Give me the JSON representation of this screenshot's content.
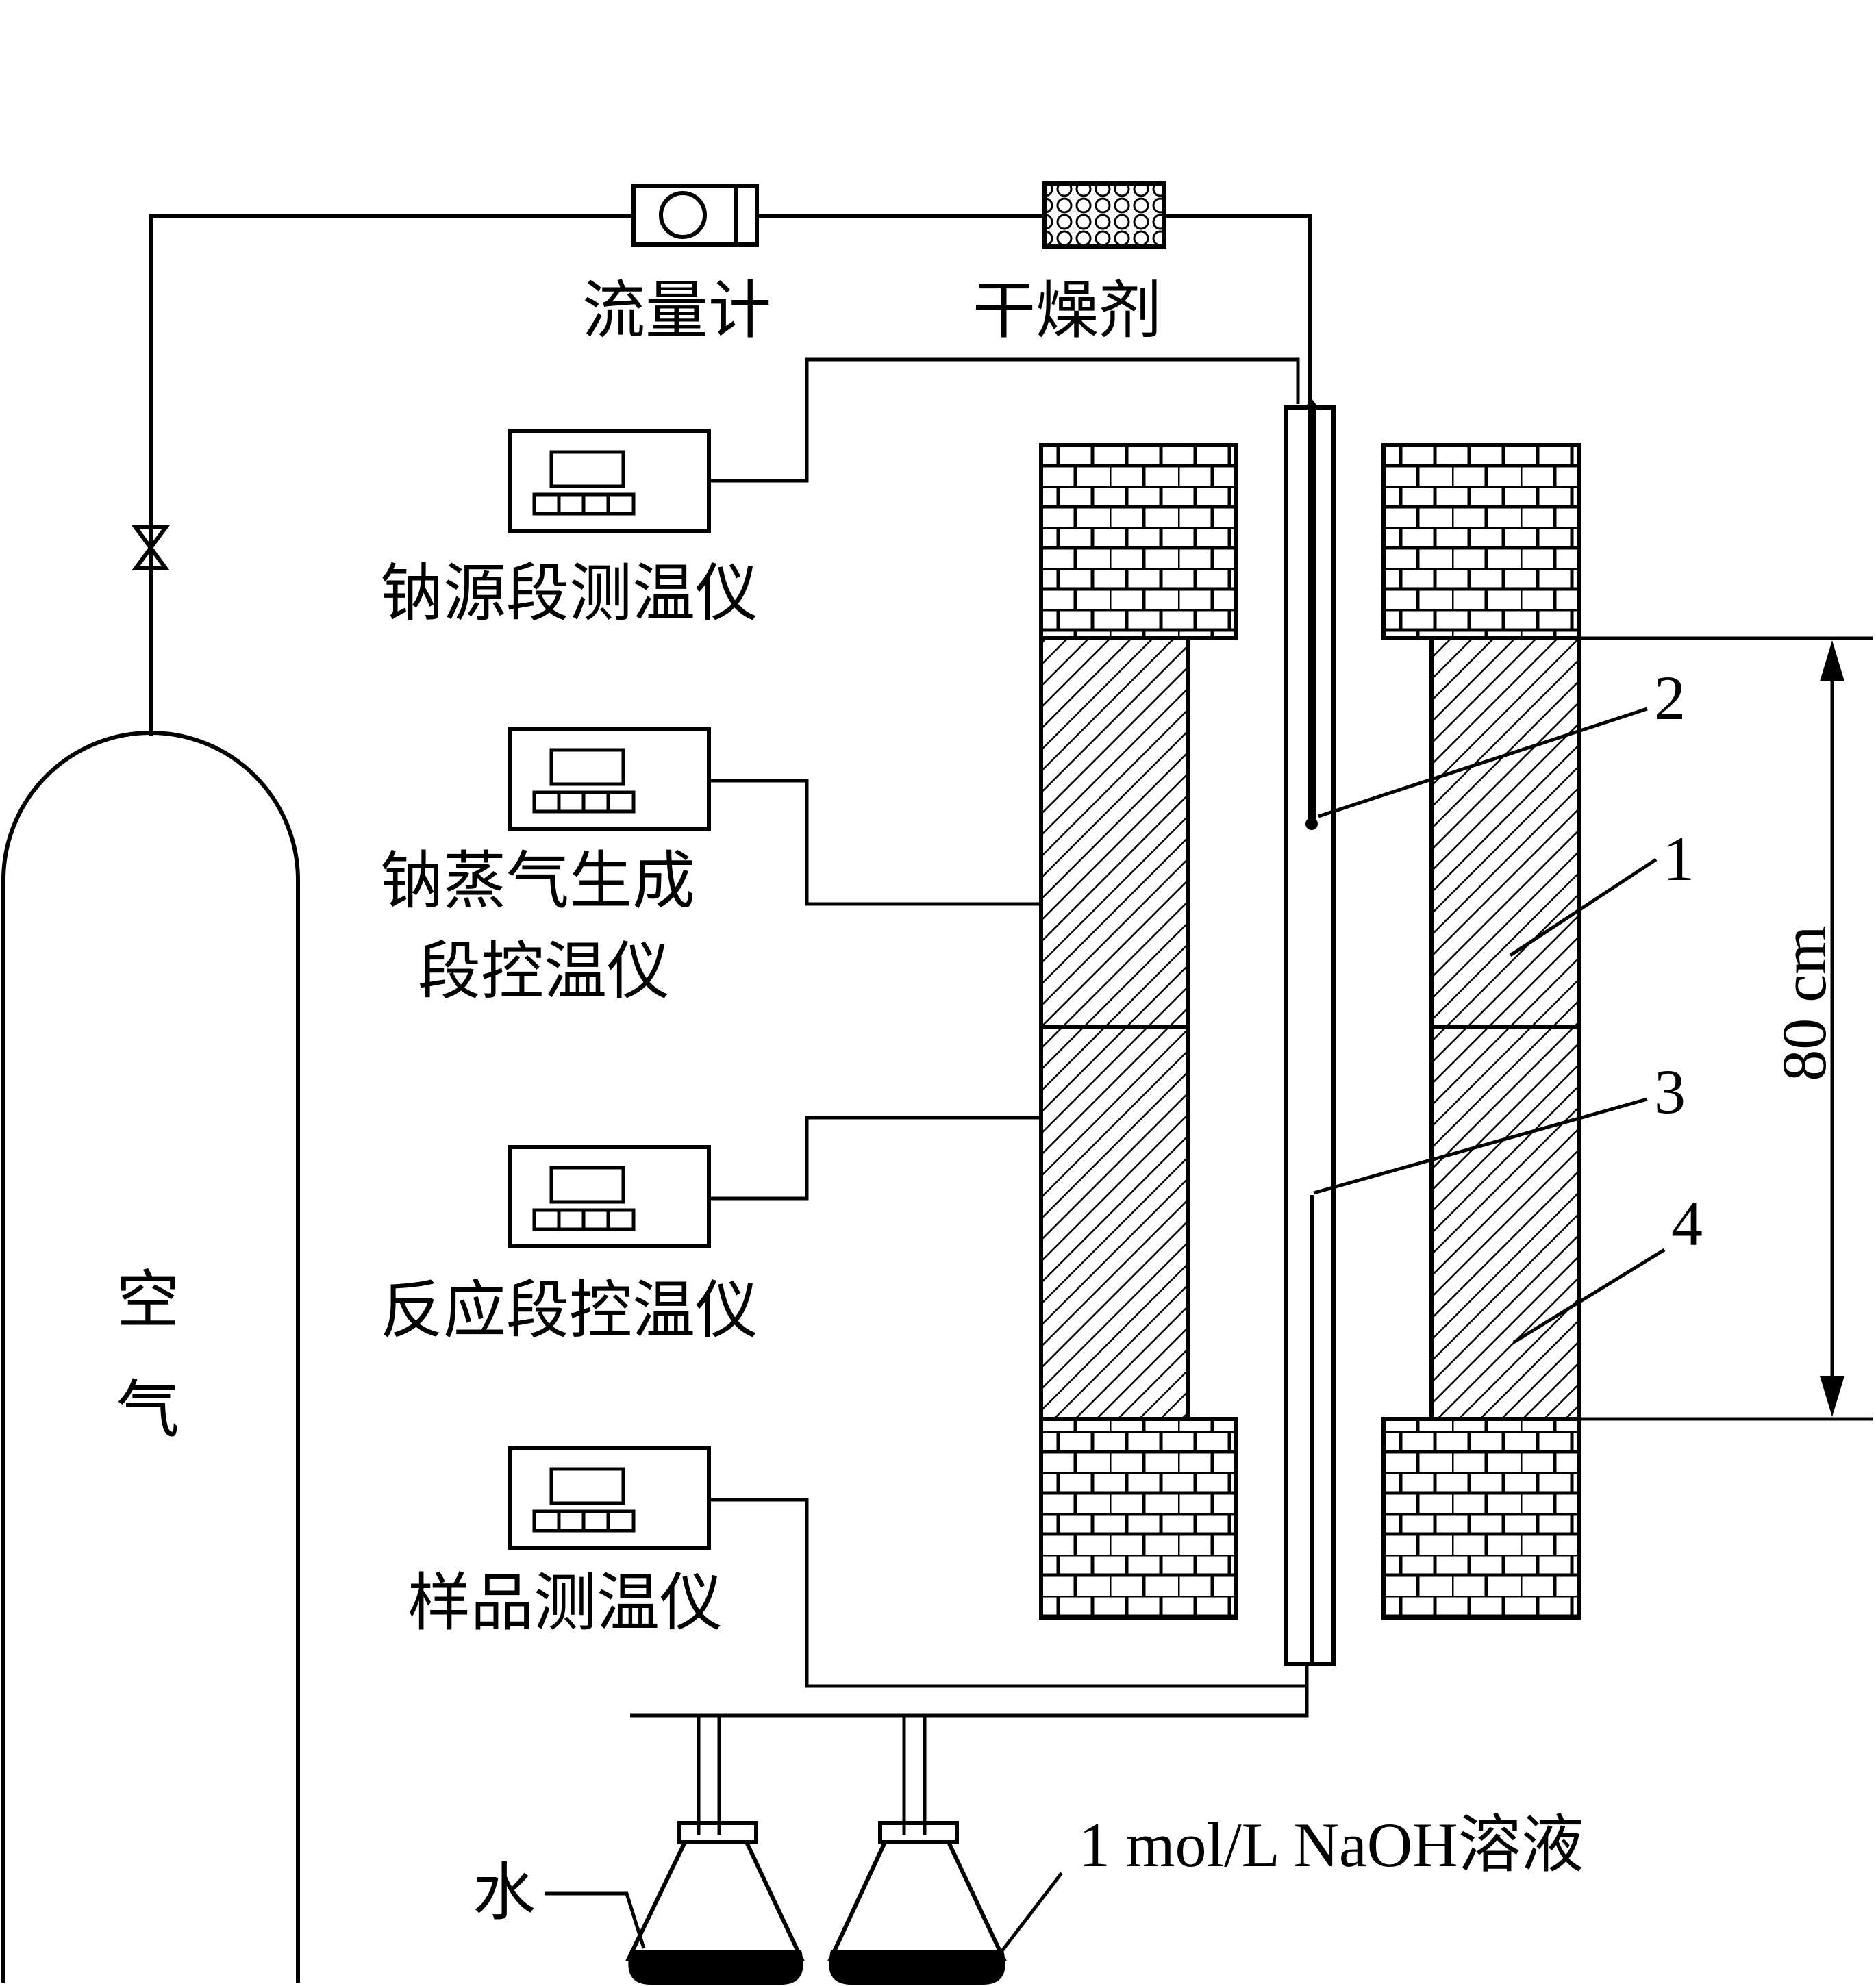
{
  "labels": {
    "flowmeter": "流量计",
    "desiccant": "干燥剂",
    "sodium_source_thermometer": "钠源段测温仪",
    "vapor_controller_line1": "钠蒸气生成",
    "vapor_controller_line2": "段控温仪",
    "reaction_controller": "反应段控温仪",
    "sample_thermometer": "样品测温仪",
    "air_line1": "空",
    "air_line2": "气",
    "water": "水",
    "naoh_solution": "1 mol/L NaOH溶液",
    "length": "80 cm"
  },
  "callouts": [
    "2",
    "1",
    "3",
    "4"
  ]
}
